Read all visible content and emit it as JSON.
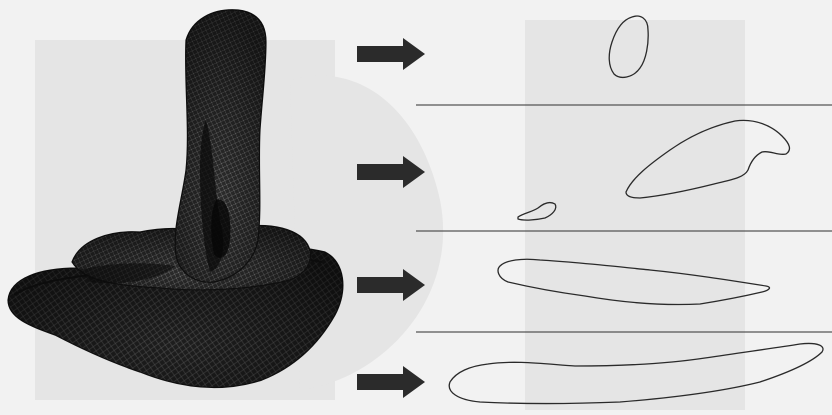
{
  "figure": {
    "background": "#f2f2f2",
    "bone_color": "#1c1c1c",
    "outline_color": "#2a2a2a",
    "arrow_color": "#2b2b2b",
    "divider_color": "#555555",
    "show_through_ghost": true
  },
  "panels": [
    {
      "id": "cross-section-1",
      "description_icon": "arrow-right-icon"
    },
    {
      "id": "cross-section-2",
      "description_icon": "arrow-right-icon"
    },
    {
      "id": "cross-section-3",
      "description_icon": "arrow-right-icon"
    },
    {
      "id": "cross-section-4",
      "description_icon": "arrow-right-icon"
    }
  ]
}
